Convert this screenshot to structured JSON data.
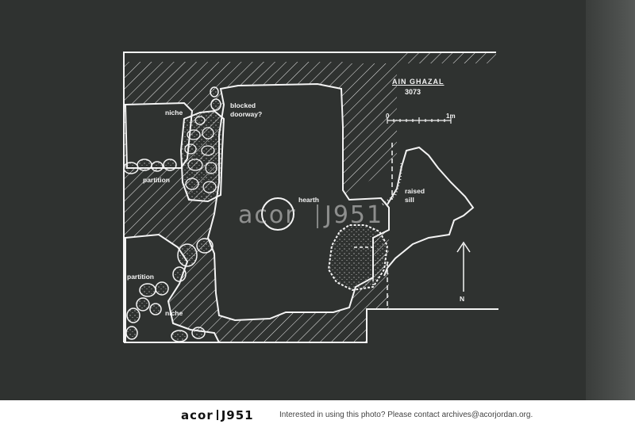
{
  "plan": {
    "site_name": "AIN GHAZAL",
    "photo_number": "3073",
    "scale_start": "0",
    "scale_end": "1m",
    "north": "N",
    "labels": {
      "niche_upper": "niche",
      "blocked_doorway_line1": "blocked",
      "blocked_doorway_line2": "doorway?",
      "partition_upper": "partition",
      "hearth": "hearth",
      "raised_sill_line1": "raised",
      "raised_sill_line2": "sill",
      "partition_lower": "partition",
      "niche_lower": "niche"
    }
  },
  "watermark": {
    "left": "acor",
    "right": "J951"
  },
  "footer": {
    "logo_left": "acor",
    "logo_right": "J951",
    "notice": "Interested in using this photo? Please contact archives@acorjordan.org."
  },
  "colors": {
    "background": "#2f3230",
    "ink": "#f4f4f4",
    "footer_bg": "#ffffff"
  }
}
